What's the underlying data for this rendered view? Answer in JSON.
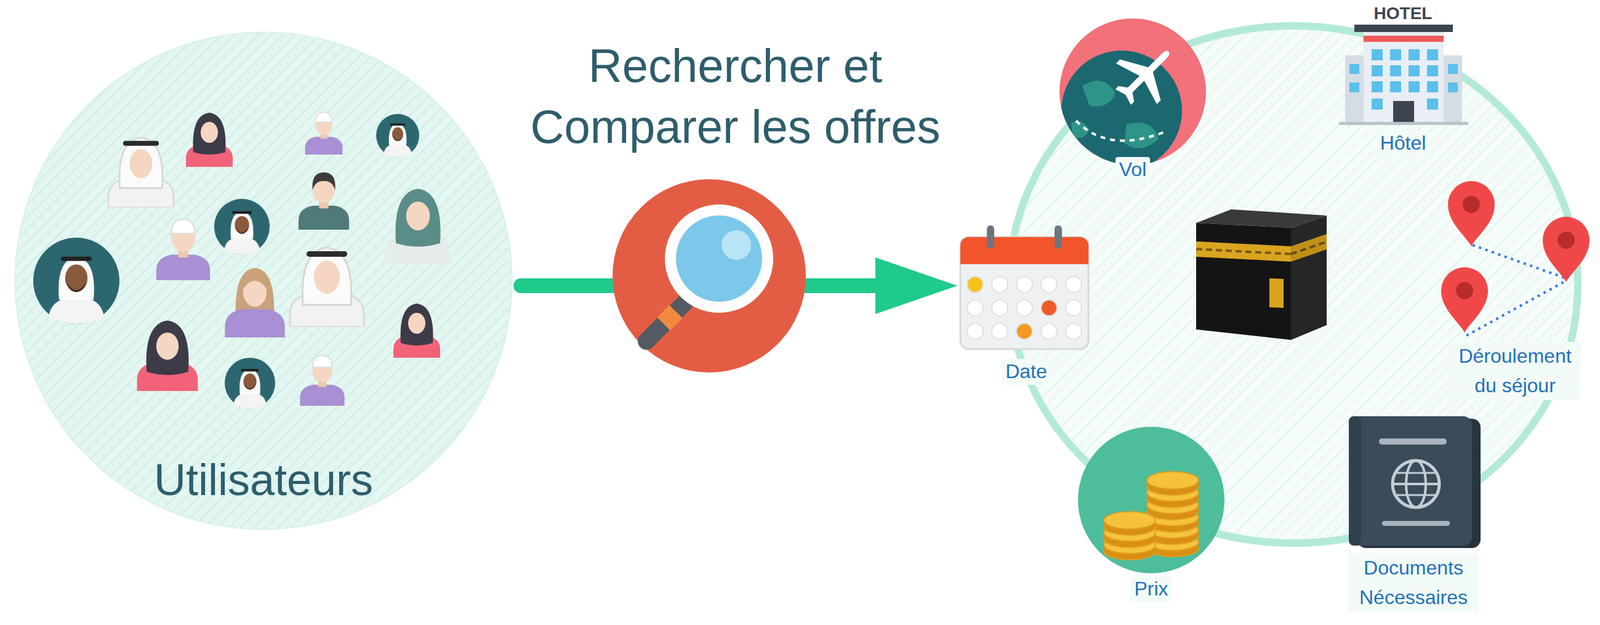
{
  "diagram": {
    "nodes": [
      {
        "text": [
          "Utilisateurs"
        ]
      },
      {
        "text": [
          "Vol"
        ]
      },
      {
        "text": [
          "HOTEL",
          "Hôtel"
        ]
      },
      {
        "text": [
          "Date"
        ]
      },
      {
        "text": [
          "Déroulement du séjour"
        ]
      },
      {
        "text": [
          "Prix"
        ]
      },
      {
        "text": [
          "Documents Nécessaires"
        ]
      }
    ],
    "edges": [
      {
        "from": 0,
        "to": 3,
        "label": "Rechercher et Comparer les offres",
        "arrow": "to"
      }
    ]
  }
}
